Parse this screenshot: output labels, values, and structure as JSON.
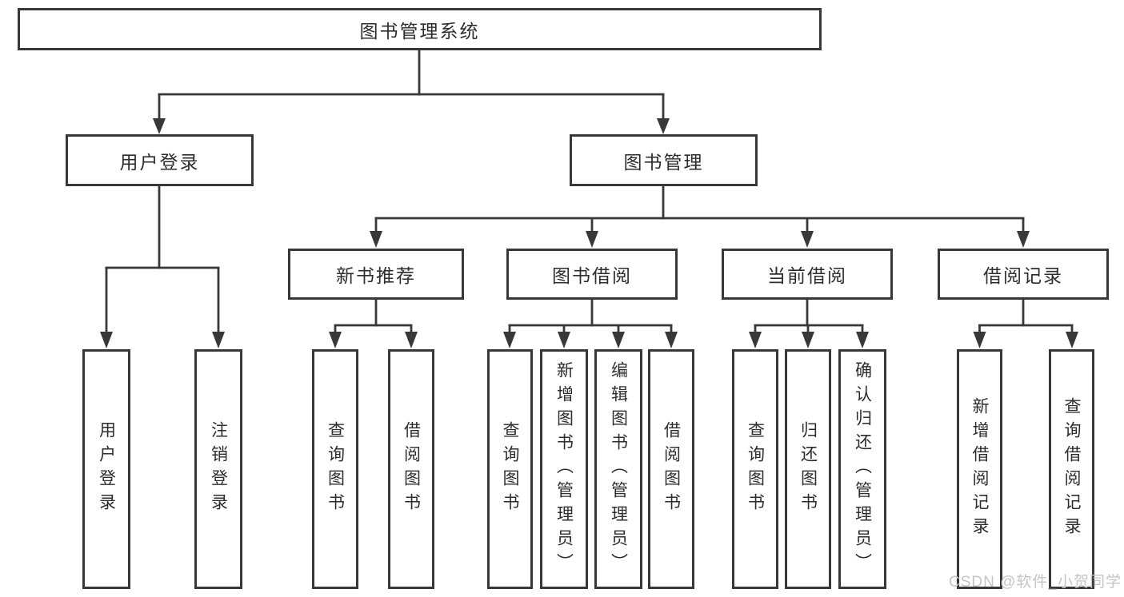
{
  "tree": {
    "label": "图书管理系统",
    "children": [
      {
        "label": "用户登录",
        "children": [
          {
            "label": "用户登录"
          },
          {
            "label": "注销登录"
          }
        ]
      },
      {
        "label": "图书管理",
        "children": [
          {
            "label": "新书推荐",
            "children": [
              {
                "label": "查询图书"
              },
              {
                "label": "借阅图书"
              }
            ]
          },
          {
            "label": "图书借阅",
            "children": [
              {
                "label": "查询图书"
              },
              {
                "label": "新增图书（管理员）"
              },
              {
                "label": "编辑图书（管理员）"
              },
              {
                "label": "借阅图书"
              }
            ]
          },
          {
            "label": "当前借阅",
            "children": [
              {
                "label": "查询图书"
              },
              {
                "label": "归还图书"
              },
              {
                "label": "确认归还（管理员）"
              }
            ]
          },
          {
            "label": "借阅记录",
            "children": [
              {
                "label": "新增借阅记录"
              },
              {
                "label": "查询借阅记录"
              }
            ]
          }
        ]
      }
    ]
  },
  "watermark": {
    "text": "CSDN @软件_小贺同学"
  },
  "colors": {
    "line": "#383838",
    "box_border": "#383838",
    "text": "#2d2d2d",
    "watermark_text": "#c5c5c9",
    "background": "#ffffff"
  }
}
